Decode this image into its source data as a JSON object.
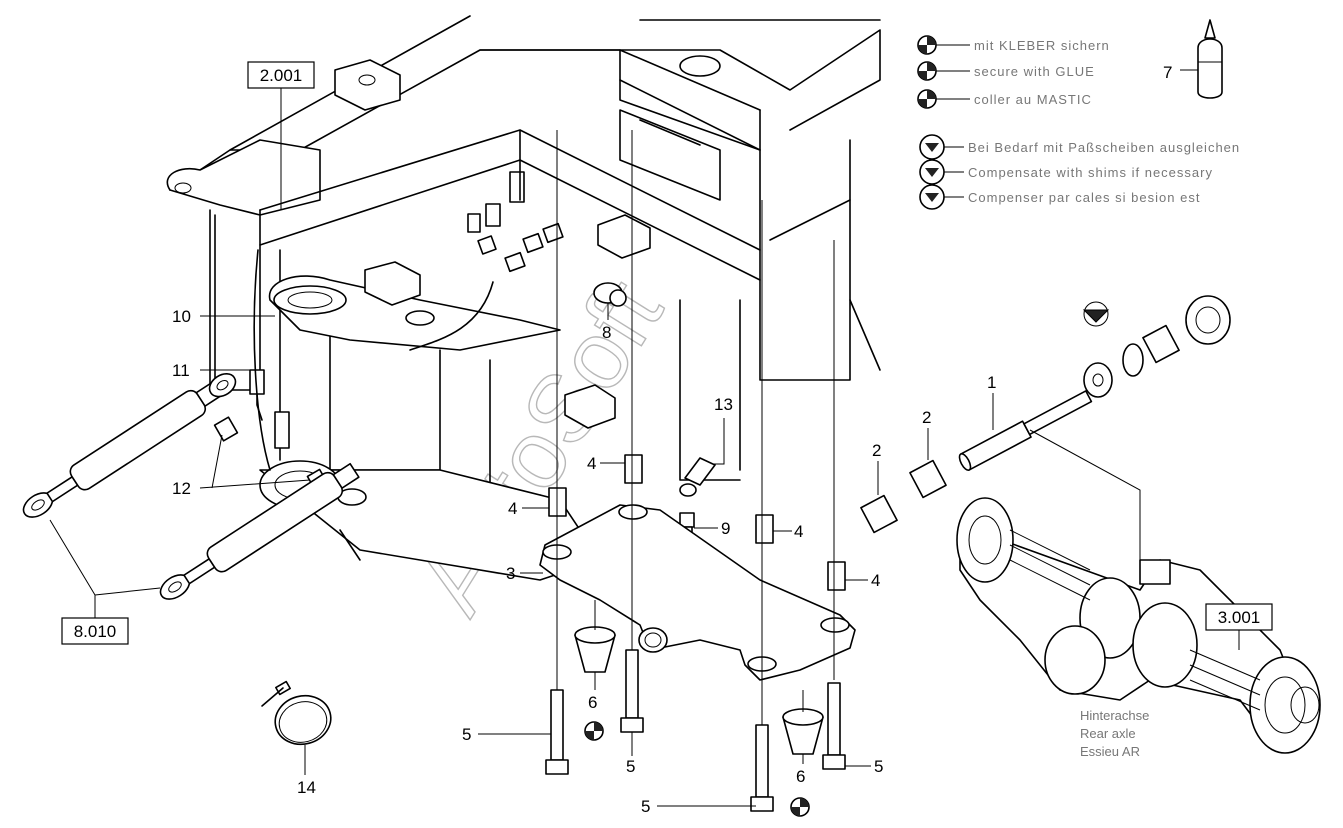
{
  "watermark": "AutoSoft",
  "reference_boxes": {
    "frame": "2.001",
    "cylinders": "8.010",
    "axle": "3.001"
  },
  "legend": {
    "glue": [
      "mit KLEBER sichern",
      "secure with GLUE",
      "coller au MASTIC"
    ],
    "shims": [
      "Bei Bedarf mit Paßscheiben ausgleichen",
      "Compensate with shims if necessary",
      "Compenser par cales si besion est"
    ]
  },
  "axle_caption": [
    "Hinterachse",
    "Rear axle",
    "Essieu AR"
  ],
  "callouts": {
    "c1": "1",
    "c2a": "2",
    "c2b": "2",
    "c3": "3",
    "c4a": "4",
    "c4b": "4",
    "c4c": "4",
    "c4d": "4",
    "c5a": "5",
    "c5b": "5",
    "c5c": "5",
    "c5d": "5",
    "c6a": "6",
    "c6b": "6",
    "c7": "7",
    "c8": "8",
    "c9": "9",
    "c10": "10",
    "c11": "11",
    "c12": "12",
    "c13": "13",
    "c14": "14"
  }
}
